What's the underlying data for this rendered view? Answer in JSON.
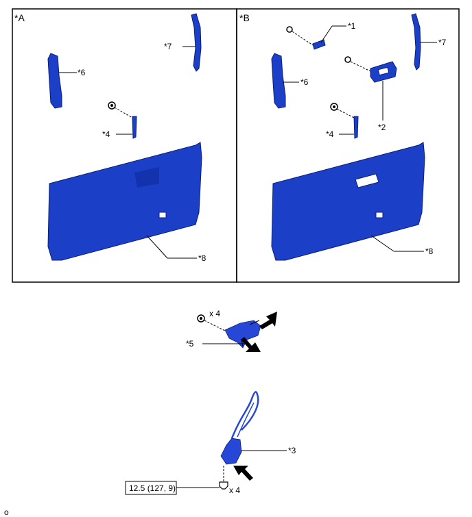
{
  "panels": {
    "a": {
      "tag": "*A"
    },
    "b": {
      "tag": "*B"
    }
  },
  "callouts": {
    "c1": "*1",
    "c2": "*2",
    "c3": "*3",
    "c4": "*4",
    "c5": "*5",
    "c6": "*6",
    "c7": "*7",
    "c8": "*8"
  },
  "torque": {
    "value": "12.5 (127, 9)"
  },
  "qty": {
    "x4": "x 4"
  },
  "footer": {
    "code": "o"
  },
  "colors": {
    "part_fill": "#1c3fc8",
    "part_outline": "#0a1f7a",
    "line": "#000000"
  }
}
